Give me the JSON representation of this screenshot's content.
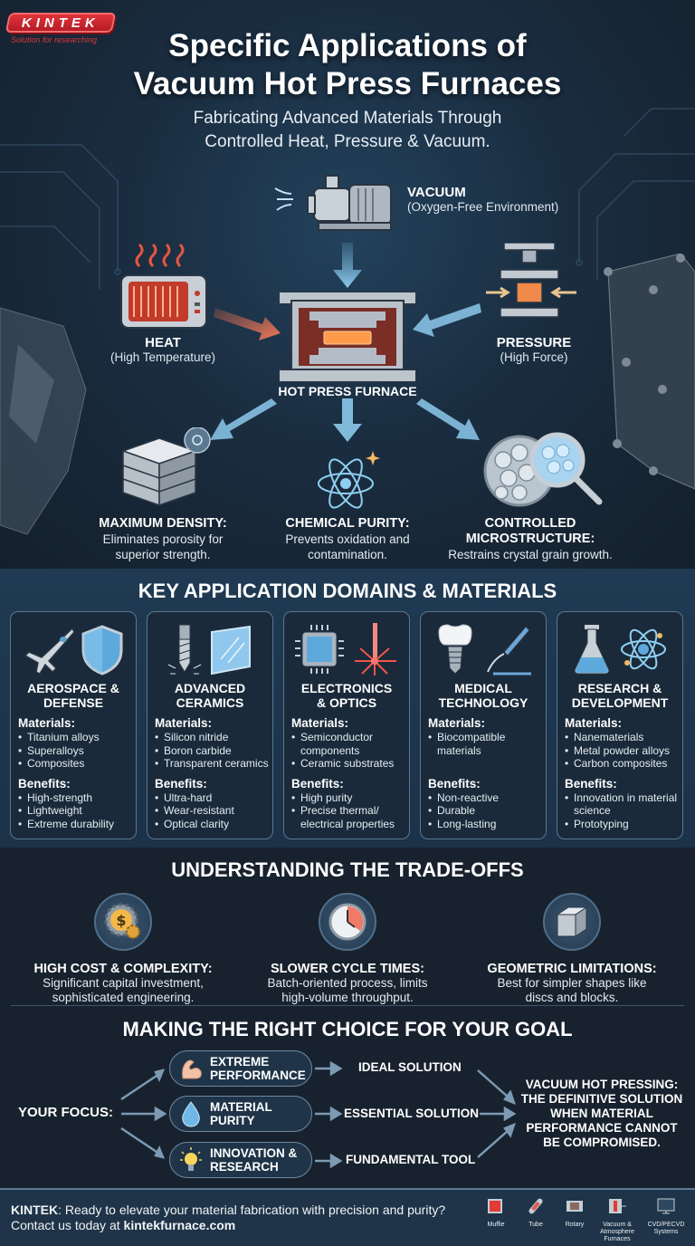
{
  "brand": {
    "name": "KINTEK",
    "tagline": "Solution for researching",
    "accent_color": "#d9363c"
  },
  "hero": {
    "title_line1": "Specific Applications of",
    "title_line2": "Vacuum Hot Press Furnaces",
    "subtitle_line1": "Fabricating Advanced Materials Through",
    "subtitle_line2": "Controlled Heat, Pressure & Vacuum."
  },
  "process": {
    "vacuum": {
      "label": "VACUUM",
      "sub": "(Oxygen-Free Environment)",
      "icon": "vacuum-pump-icon"
    },
    "heat": {
      "label": "HEAT",
      "sub": "(High Temperature)",
      "icon": "heater-icon"
    },
    "pressure": {
      "label": "PRESSURE",
      "sub": "(High Force)",
      "icon": "press-icon"
    },
    "center": {
      "label": "HOT PRESS FURNACE",
      "icon": "furnace-icon"
    }
  },
  "outcomes": [
    {
      "title": "MAXIMUM DENSITY:",
      "desc_line1": "Eliminates porosity for",
      "desc_line2": "superior strength.",
      "icon": "dense-block-icon"
    },
    {
      "title": "CHEMICAL PURITY:",
      "desc_line1": "Prevents oxidation and",
      "desc_line2": "contamination.",
      "icon": "atom-icon"
    },
    {
      "title_line1": "CONTROLLED",
      "title_line2": "MICROSTRUCTURE:",
      "desc_line1": "Restrains crystal grain growth.",
      "icon": "magnifier-grains-icon"
    }
  ],
  "domains": {
    "title": "KEY APPLICATION DOMAINS & MATERIALS",
    "materials_label": "Materials:",
    "benefits_label": "Benefits:",
    "cards": [
      {
        "title_line1": "AEROSPACE &",
        "title_line2": "DEFENSE",
        "materials": [
          "Titanium alloys",
          "Superalloys",
          "Composites"
        ],
        "benefits": [
          "High-strength",
          "Lightweight",
          "Extreme durability"
        ],
        "icons": [
          "jet-icon",
          "shield-icon"
        ]
      },
      {
        "title_line1": "ADVANCED",
        "title_line2": "CERAMICS",
        "materials": [
          "Silicon nitride",
          "Boron carbide",
          "Transparent ceramics"
        ],
        "benefits": [
          "Ultra-hard",
          "Wear-resistant",
          "Optical clarity"
        ],
        "icons": [
          "drill-bit-icon",
          "glass-pane-icon"
        ]
      },
      {
        "title_line1": "ELECTRONICS",
        "title_line2": "& OPTICS",
        "materials": [
          "Semiconductor components",
          "Ceramic substrates"
        ],
        "benefits": [
          "High purity",
          "Precise thermal/ electrical properties"
        ],
        "icons": [
          "chip-icon",
          "laser-icon"
        ]
      },
      {
        "title_line1": "MEDICAL",
        "title_line2": "TECHNOLOGY",
        "materials": [
          "Biocompatible materials"
        ],
        "benefits": [
          "Non-reactive",
          "Durable",
          "Long-lasting"
        ],
        "icons": [
          "dental-implant-icon",
          "scalpel-icon"
        ]
      },
      {
        "title_line1": "RESEARCH &",
        "title_line2": "DEVELOPMENT",
        "materials": [
          "Nanematerials",
          "Metal powder alloys",
          "Carbon composites"
        ],
        "benefits": [
          "Innovation in material science",
          "Prototyping"
        ],
        "icons": [
          "flask-icon",
          "atom-icon"
        ]
      }
    ]
  },
  "tradeoffs": {
    "title": "UNDERSTANDING THE TRADE-OFFS",
    "items": [
      {
        "title": "HIGH COST & COMPLEXITY:",
        "desc_line1": "Significant capital investment,",
        "desc_line2": "sophisticated engineering.",
        "icon": "cost-gear-icon"
      },
      {
        "title": "SLOWER CYCLE TIMES:",
        "desc_line1": "Batch-oriented process, limits",
        "desc_line2": "high-volume throughput.",
        "icon": "clock-icon"
      },
      {
        "title": "GEOMETRIC LIMITATIONS:",
        "desc_line1": "Best for simpler shapes like",
        "desc_line2": "discs and blocks.",
        "icon": "cube-icon"
      }
    ]
  },
  "choice": {
    "title": "MAKING THE RIGHT CHOICE FOR YOUR GOAL",
    "focus_label": "YOUR FOCUS:",
    "options": [
      {
        "line1": "EXTREME",
        "line2": "PERFORMANCE",
        "result": "IDEAL SOLUTION",
        "icon": "muscle-icon"
      },
      {
        "line1": "MATERIAL",
        "line2": "PURITY",
        "result": "ESSENTIAL SOLUTION",
        "icon": "droplet-icon"
      },
      {
        "line1": "INNOVATION &",
        "line2": "RESEARCH",
        "result": "FUNDAMENTAL TOOL",
        "icon": "lightbulb-icon"
      }
    ],
    "conclusion": [
      "VACUUM HOT PRESSING:",
      "THE DEFINITIVE SOLUTION",
      "WHEN MATERIAL",
      "PERFORMANCE CANNOT",
      "BE COMPROMISED."
    ]
  },
  "footer": {
    "brand": "KINTEK",
    "line1": ": Ready to elevate your material fabrication with precision and purity?",
    "line2_prefix": "Contact us today at ",
    "website": "kintekfurnace.com",
    "products": [
      {
        "label": "Muffie",
        "icon": "muffle-furnace-icon"
      },
      {
        "label": "Tube",
        "icon": "tube-furnace-icon"
      },
      {
        "label": "Rotary",
        "icon": "rotary-furnace-icon"
      },
      {
        "label": "Vacuum & Atmosphere Furnaces",
        "icon": "vacuum-furnace-icon"
      },
      {
        "label": "CVD/PECVD Systems",
        "icon": "cvd-system-icon"
      }
    ]
  }
}
